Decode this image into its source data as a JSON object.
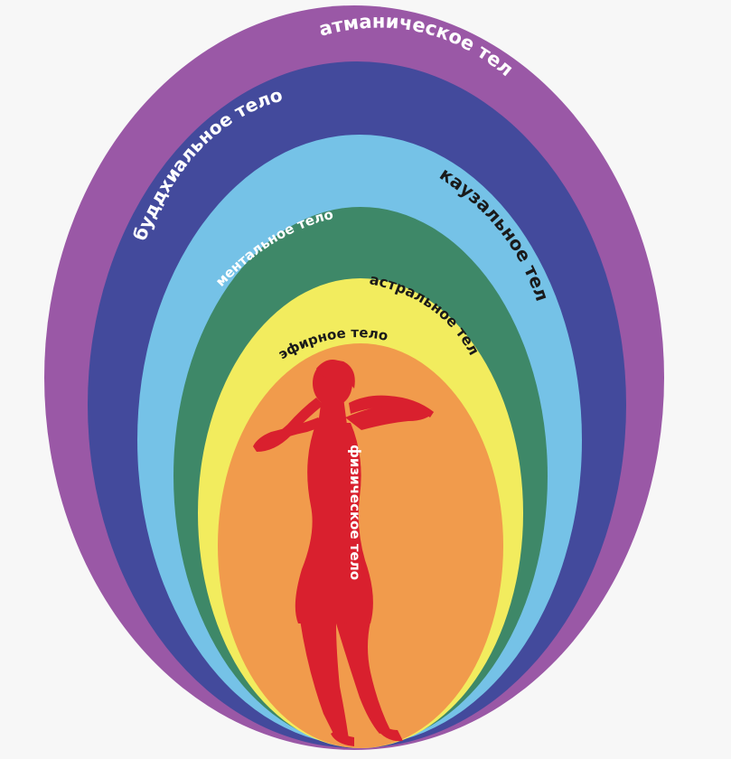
{
  "layers": [
    {
      "id": "atmanic",
      "label": "атманическое тело",
      "color": "#9a58a6",
      "text_color": "#ffffff"
    },
    {
      "id": "buddhic",
      "label": "буддхиальное тело",
      "color": "#434a9c",
      "text_color": "#ffffff"
    },
    {
      "id": "causal",
      "label": "каузальное тело",
      "color": "#75c2e7",
      "text_color": "#1a1a1a"
    },
    {
      "id": "mental",
      "label": "ментальное тело",
      "color": "#3e8868",
      "text_color": "#ffffff"
    },
    {
      "id": "astral",
      "label": "астральное тело",
      "color": "#f2ec5e",
      "text_color": "#1a1a1a"
    },
    {
      "id": "etheric",
      "label": "эфирное тело",
      "color": "#f19b4c",
      "text_color": "#1a1a1a"
    }
  ],
  "figure": {
    "label": "физическое тело",
    "color": "#d9202e",
    "text_color": "#ffffff"
  }
}
